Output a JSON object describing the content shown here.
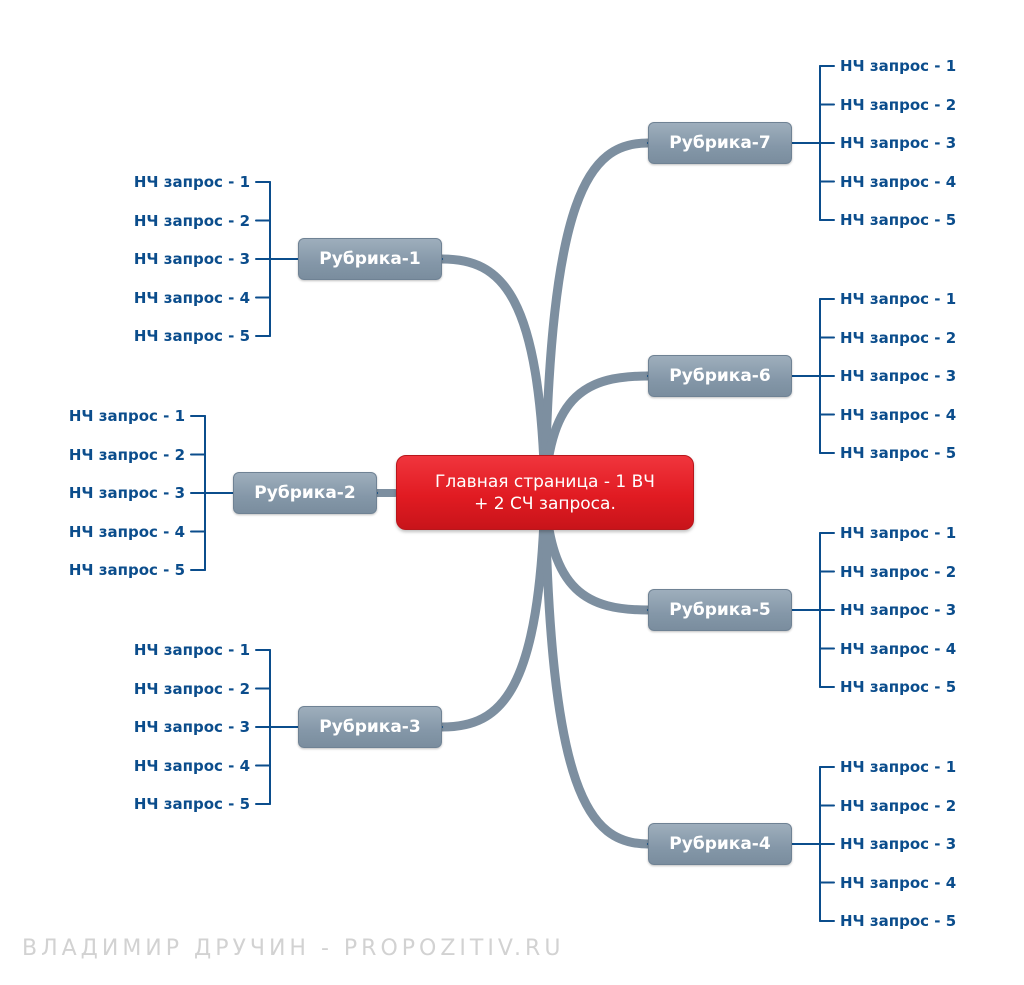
{
  "central": {
    "label": "Главная страница - 1 ВЧ\n+ 2 СЧ запроса."
  },
  "colors": {
    "branch": "#7d8fa0",
    "sub_text": "#0b4d8c",
    "central": "#e11b22"
  },
  "topics": [
    {
      "label": "Рубрика-1",
      "side": "left",
      "subtopics": [
        "НЧ запрос - 1",
        "НЧ запрос - 2",
        "НЧ запрос - 3",
        "НЧ запрос - 4",
        "НЧ запрос - 5"
      ]
    },
    {
      "label": "Рубрика-2",
      "side": "left",
      "subtopics": [
        "НЧ запрос - 1",
        "НЧ запрос - 2",
        "НЧ запрос - 3",
        "НЧ запрос - 4",
        "НЧ запрос - 5"
      ]
    },
    {
      "label": "Рубрика-3",
      "side": "left",
      "subtopics": [
        "НЧ запрос - 1",
        "НЧ запрос - 2",
        "НЧ запрос - 3",
        "НЧ запрос - 4",
        "НЧ запрос - 5"
      ]
    },
    {
      "label": "Рубрика-7",
      "side": "right",
      "subtopics": [
        "НЧ запрос - 1",
        "НЧ запрос - 2",
        "НЧ запрос - 3",
        "НЧ запрос - 4",
        "НЧ запрос - 5"
      ]
    },
    {
      "label": "Рубрика-6",
      "side": "right",
      "subtopics": [
        "НЧ запрос - 1",
        "НЧ запрос - 2",
        "НЧ запрос - 3",
        "НЧ запрос - 4",
        "НЧ запрос - 5"
      ]
    },
    {
      "label": "Рубрика-5",
      "side": "right",
      "subtopics": [
        "НЧ запрос - 1",
        "НЧ запрос - 2",
        "НЧ запрос - 3",
        "НЧ запрос - 4",
        "НЧ запрос - 5"
      ]
    },
    {
      "label": "Рубрика-4",
      "side": "right",
      "subtopics": [
        "НЧ запрос - 1",
        "НЧ запрос - 2",
        "НЧ запрос - 3",
        "НЧ запрос - 4",
        "НЧ запрос - 5"
      ]
    }
  ],
  "watermark": "ВЛАДИМИР ДРУЧИН - PROPOZITIV.RU"
}
